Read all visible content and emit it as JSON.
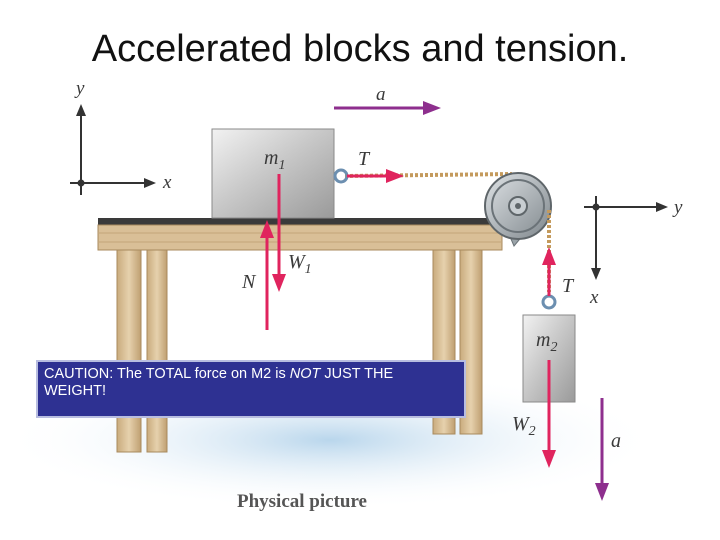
{
  "slide": {
    "title": "Accelerated blocks and tension."
  },
  "labels": {
    "axis_y_left": "y",
    "axis_x_left": "x",
    "axis_y_right": "y",
    "axis_x_right": "x",
    "accel_top": "a",
    "mass1": "m",
    "mass1_sub": "1",
    "tension1": "T",
    "weight1": "W",
    "weight1_sub": "1",
    "normal": "N",
    "tension2": "T",
    "mass2": "m",
    "mass2_sub": "2",
    "weight2": "W",
    "weight2_sub": "2",
    "accel_right": "a"
  },
  "caution": {
    "prefix": "CAUTION: The TOTAL force on M2 is ",
    "emphasis": "NOT",
    "suffix": " JUST THE WEIGHT!"
  },
  "caption": "Physical picture",
  "colors": {
    "force_arrow": "#e0245e",
    "accel_arrow": "#8e2f8e",
    "caution_bg": "#2e3192",
    "table_wood": "#d9bf97"
  }
}
